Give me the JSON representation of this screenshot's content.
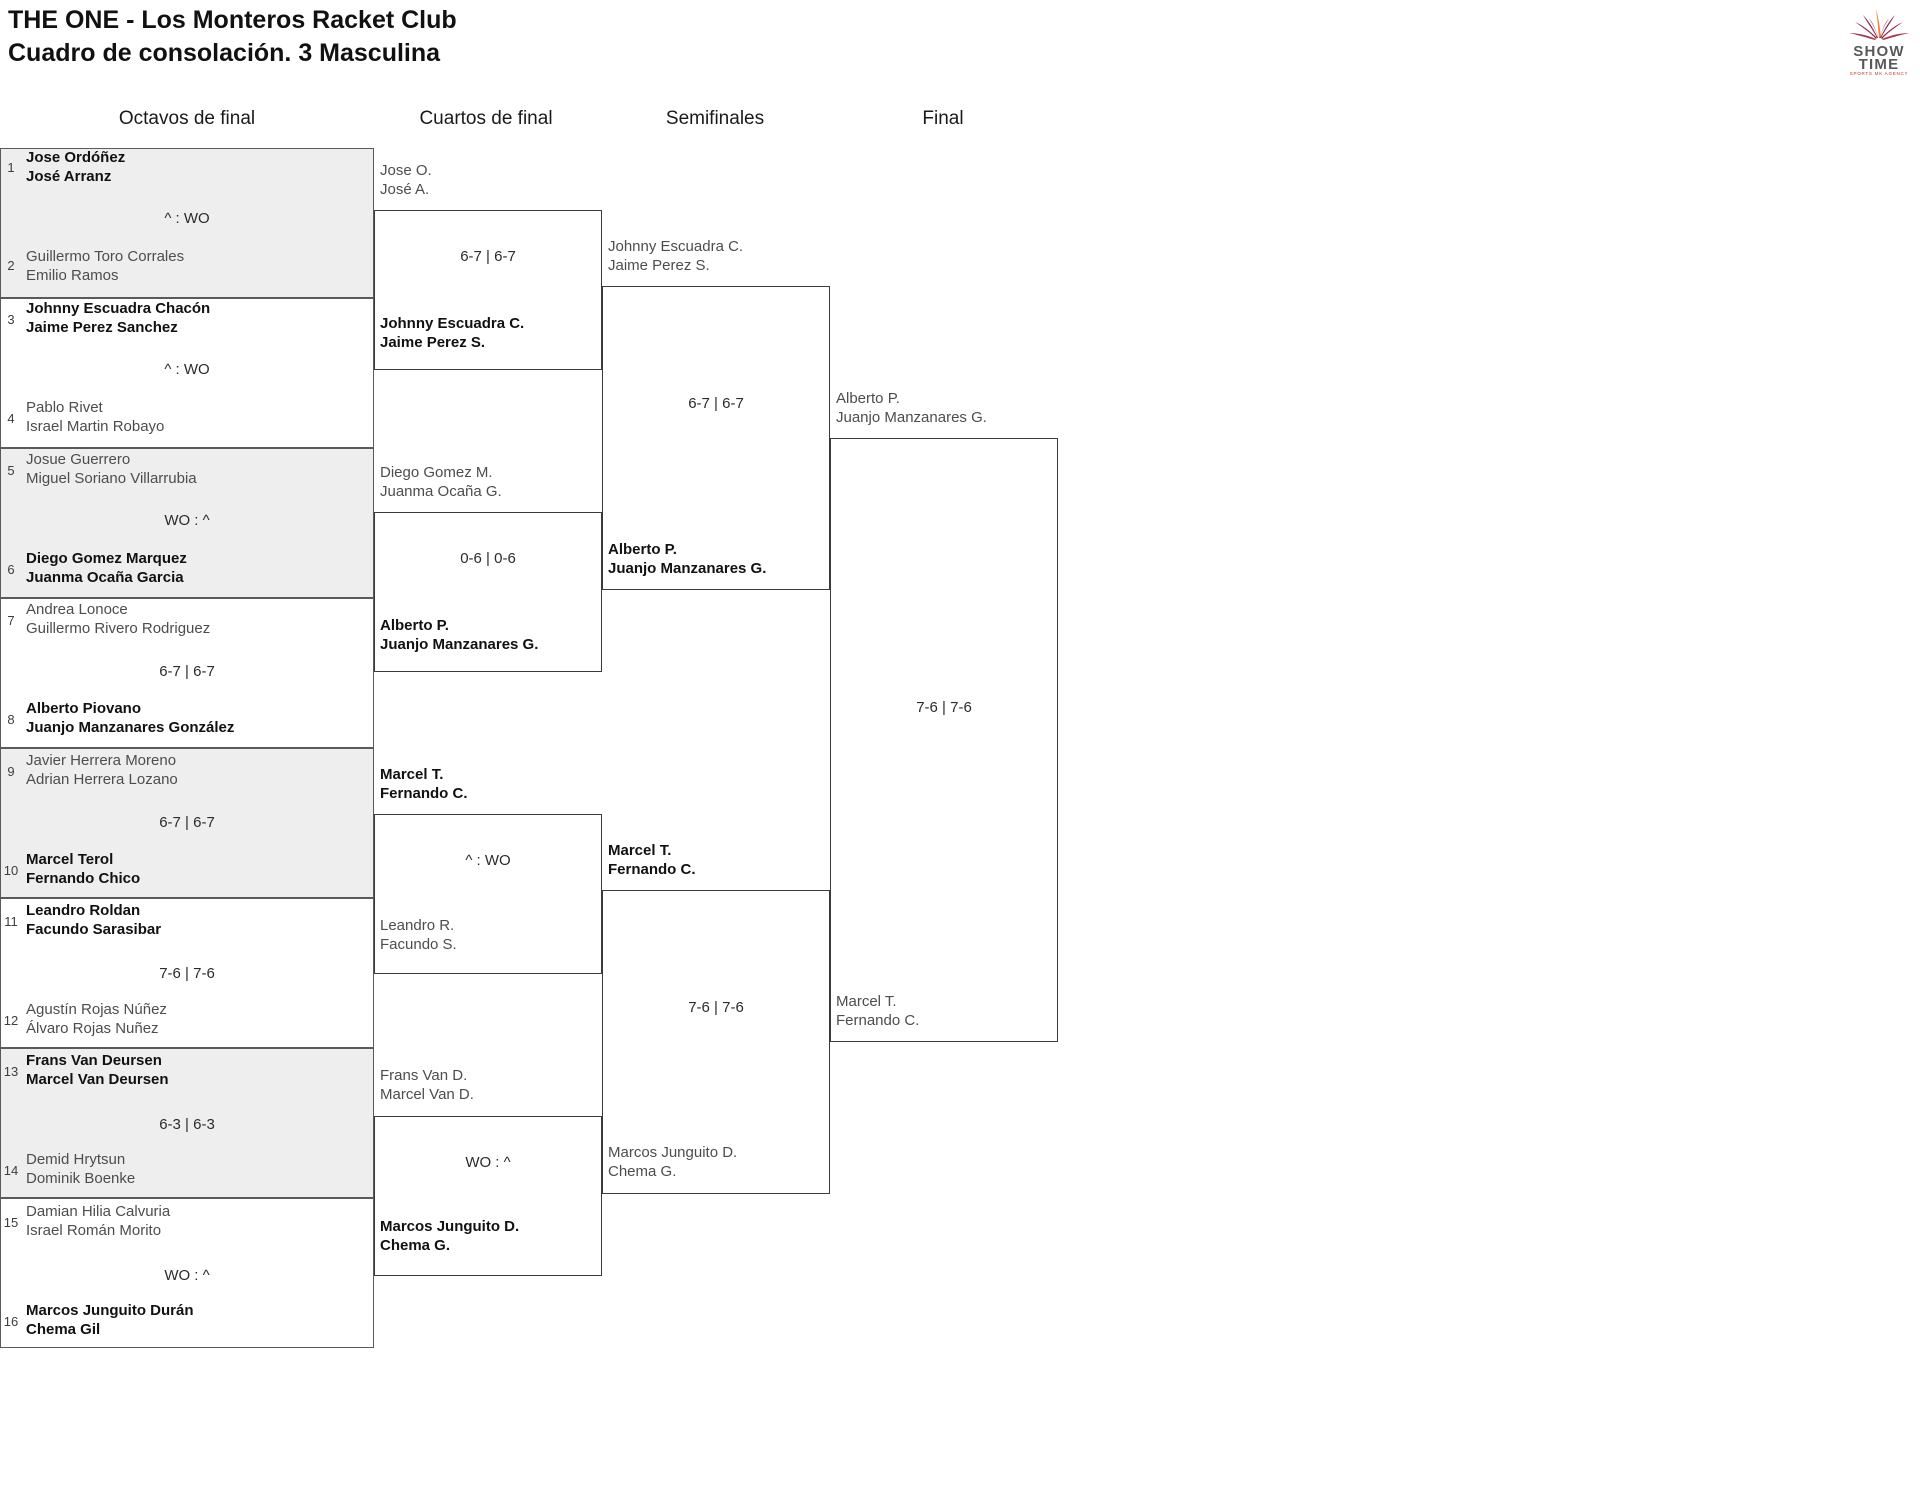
{
  "header": {
    "title_line1": "THE ONE - Los Monteros Racket Club",
    "title_line2": "Cuadro de consolación. 3 Masculina"
  },
  "logo": {
    "line1": "SHOW",
    "line2": "TIME",
    "tagline": "SPORTS MK AGENCY",
    "colors": {
      "text": "#58595b",
      "burst_dark": "#7d1935",
      "burst_mid": "#a33a4a",
      "burst_orange": "#e8833a",
      "tagline": "#c0392b"
    }
  },
  "rounds": [
    {
      "label": "Octavos de final"
    },
    {
      "label": "Cuartos de final"
    },
    {
      "label": "Semifinales"
    },
    {
      "label": "Final"
    }
  ],
  "round1": {
    "entries": [
      {
        "seed": "1",
        "l1": "Jose Ordóñez",
        "l2": "José Arranz",
        "winner": true
      },
      {
        "seed": "2",
        "l1": "Guillermo Toro Corrales",
        "l2": "Emilio Ramos",
        "winner": false
      },
      {
        "seed": "3",
        "l1": "Johnny Escuadra Chacón",
        "l2": "Jaime Perez Sanchez",
        "winner": true
      },
      {
        "seed": "4",
        "l1": "Pablo Rivet",
        "l2": "Israel Martin Robayo",
        "winner": false
      },
      {
        "seed": "5",
        "l1": "Josue Guerrero",
        "l2": "Miguel Soriano Villarrubia",
        "winner": false
      },
      {
        "seed": "6",
        "l1": "Diego Gomez Marquez",
        "l2": "Juanma Ocaña Garcia",
        "winner": true
      },
      {
        "seed": "7",
        "l1": "Andrea Lonoce",
        "l2": "Guillermo Rivero Rodriguez",
        "winner": false
      },
      {
        "seed": "8",
        "l1": "Alberto Piovano",
        "l2": "Juanjo Manzanares González",
        "winner": true
      },
      {
        "seed": "9",
        "l1": "Javier Herrera Moreno",
        "l2": "Adrian Herrera Lozano",
        "winner": false
      },
      {
        "seed": "10",
        "l1": "Marcel Terol",
        "l2": "Fernando Chico",
        "winner": true
      },
      {
        "seed": "11",
        "l1": "Leandro Roldan",
        "l2": "Facundo Sarasibar",
        "winner": true
      },
      {
        "seed": "12",
        "l1": "Agustín Rojas Núñez",
        "l2": "Álvaro Rojas Nuñez",
        "winner": false
      },
      {
        "seed": "13",
        "l1": "Frans Van Deursen",
        "l2": "Marcel Van Deursen",
        "winner": true
      },
      {
        "seed": "14",
        "l1": "Demid Hrytsun",
        "l2": "Dominik Boenke",
        "winner": false
      },
      {
        "seed": "15",
        "l1": "Damian Hilia Calvuria",
        "l2": "Israel Román Morito",
        "winner": false
      },
      {
        "seed": "16",
        "l1": "Marcos Junguito Durán",
        "l2": "Chema Gil",
        "winner": true
      }
    ],
    "scores": [
      "^ : WO",
      "^ : WO",
      "WO : ^",
      "6-7 | 6-7",
      "6-7 | 6-7",
      "7-6 | 7-6",
      "6-3 | 6-3",
      "WO : ^"
    ]
  },
  "round2": {
    "entries": [
      {
        "l1": "Jose O.",
        "l2": "José A.",
        "winner": false
      },
      {
        "l1": "Johnny Escuadra C.",
        "l2": "Jaime Perez S.",
        "winner": true
      },
      {
        "l1": "Diego Gomez M.",
        "l2": "Juanma Ocaña G.",
        "winner": false
      },
      {
        "l1": "Alberto P.",
        "l2": "Juanjo Manzanares G.",
        "winner": true
      },
      {
        "l1": "Marcel T.",
        "l2": "Fernando C.",
        "winner": true
      },
      {
        "l1": "Leandro R.",
        "l2": "Facundo S.",
        "winner": false
      },
      {
        "l1": "Frans Van D.",
        "l2": "Marcel Van D.",
        "winner": false
      },
      {
        "l1": "Marcos Junguito D.",
        "l2": "Chema G.",
        "winner": true
      }
    ],
    "scores": [
      "6-7 | 6-7",
      "0-6 | 0-6",
      "^ : WO",
      "WO : ^"
    ]
  },
  "round3": {
    "entries": [
      {
        "l1": "Johnny Escuadra C.",
        "l2": "Jaime Perez S.",
        "winner": false
      },
      {
        "l1": "Alberto P.",
        "l2": "Juanjo Manzanares G.",
        "winner": true
      },
      {
        "l1": "Marcel T.",
        "l2": "Fernando C.",
        "winner": true
      },
      {
        "l1": "Marcos Junguito D.",
        "l2": "Chema G.",
        "winner": false
      }
    ],
    "scores": [
      "6-7 | 6-7",
      "7-6 | 7-6"
    ]
  },
  "round4": {
    "entries": [
      {
        "l1": "Alberto P.",
        "l2": "Juanjo Manzanares G.",
        "winner": false
      },
      {
        "l1": "Marcel T.",
        "l2": "Fernando C.",
        "winner": false
      }
    ],
    "scores": [
      "7-6 | 7-6"
    ]
  }
}
